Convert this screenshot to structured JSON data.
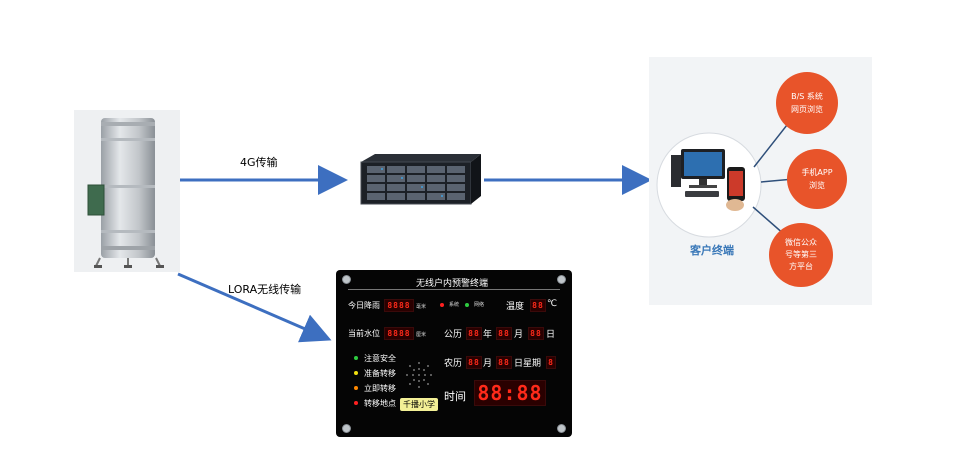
{
  "links": {
    "link_4g": "4G传输",
    "link_lora": "LORA无线传输"
  },
  "client": {
    "title": "客户终端",
    "bubbles": [
      "B/S 系统\n网页浏览",
      "手机APP\n浏览",
      "微信公众\n号等第三\n方平台"
    ],
    "colors": {
      "bubble": "#e8542a",
      "title": "#3a78b8"
    }
  },
  "display": {
    "title": "无线户内预警终端",
    "today_rain_label": "今日降雨",
    "today_rain_unit": "毫米",
    "water_level_label": "当前水位",
    "water_level_unit": "厘米",
    "system_label": "系统",
    "network_label": "网络",
    "temp_label": "温度",
    "temp_unit": "℃",
    "solar_label": "公历",
    "lunar_label": "农历",
    "year_label": "年",
    "month_label": "月",
    "day_label": "日",
    "week_label": "日星期",
    "time_label": "时间",
    "clock": "88:88",
    "school_badge": "千播小学",
    "legend": [
      "注意安全",
      "准备转移",
      "立即转移",
      "转移地点"
    ],
    "legend_colors": [
      "#2ecc40",
      "#f1e00f",
      "#ff8800",
      "#ff2020"
    ]
  },
  "colors": {
    "arrow": "#3d6fc0",
    "segment": "#ff2a1a"
  }
}
